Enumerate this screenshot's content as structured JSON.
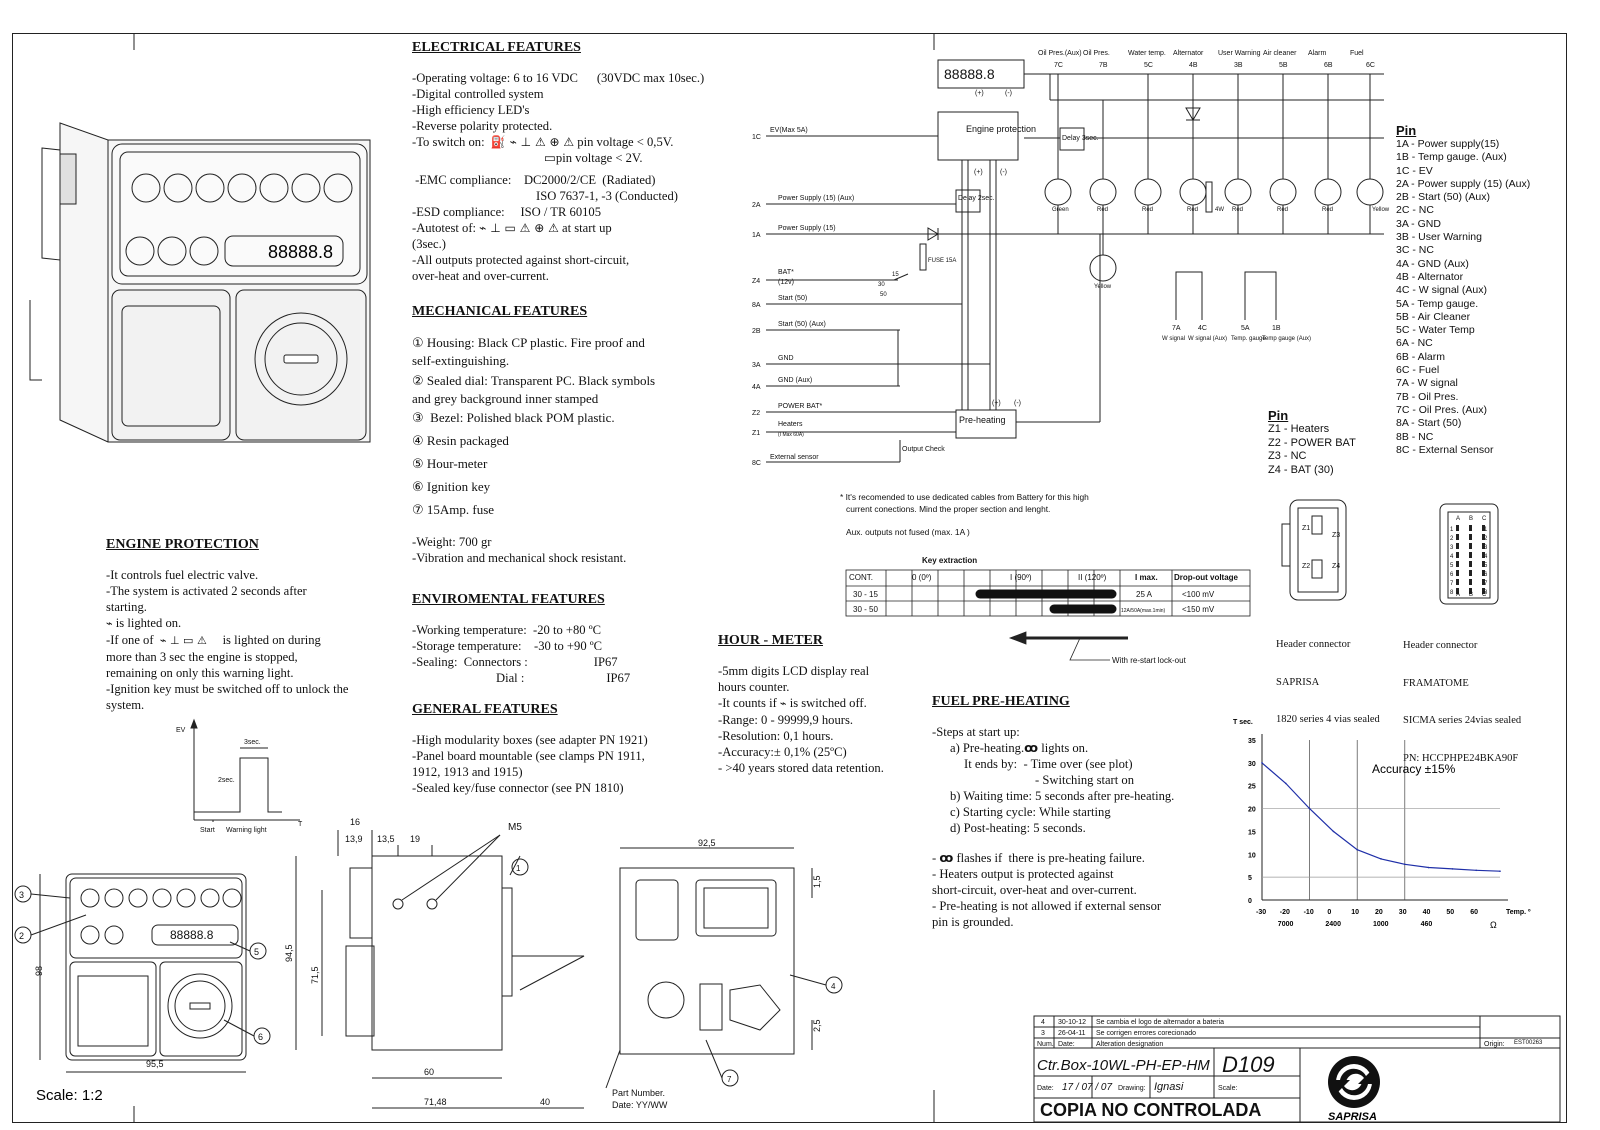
{
  "electrical": {
    "title": "ELECTRICAL FEATURES",
    "l1": "-Operating voltage: 6 to 16 VDC",
    "l1b": "(30VDC max 10sec.)",
    "l2": "-Digital controlled system",
    "l3": "-High efficiency LED's",
    "l4": "-Reverse polarity protected.",
    "l5": "-To switch on:",
    "l5b": "pin voltage < 0,5V.",
    "l6": "pin voltage < 2V.",
    "l7": "-EMC compliance:",
    "l7b": "DC2000/2/CE  (Radiated)",
    "l8": "ISO 7637-1, -3 (Conducted)",
    "l9": "-ESD compliance:",
    "l9b": "ISO / TR 60105",
    "l10": "-Autotest of:",
    "l10b": "at start up",
    "l11": "(3sec.)",
    "l12": "-All outputs protected against short-circuit,",
    "l13": "over-heat and over-current."
  },
  "mechanical": {
    "title": "MECHANICAL FEATURES",
    "n1": "①",
    "i1a": "Housing: Black CP plastic. Fire proof and",
    "i1b": "self-extinguishing.",
    "n2": "②",
    "i2a": "Sealed dial: Transparent PC. Black symbols",
    "i2b": "and grey background inner stamped",
    "n3": "③",
    "i3": "Bezel: Polished black POM plastic.",
    "n4": "④",
    "i4": "Resin packaged",
    "n5": "⑤",
    "i5": "Hour-meter",
    "n6": "⑥",
    "i6": "Ignition key",
    "n7": "⑦",
    "i7": "15Amp. fuse",
    "w1": "-Weight: 700 gr",
    "w2": "-Vibration and mechanical shock resistant."
  },
  "enviromental": {
    "title": "ENVIROMENTAL FEATURES",
    "l1": "-Working temperature:  -20 to +80 ºC",
    "l2": "-Storage temperature:    -30 to +90 ºC",
    "l3": "-Sealing:  Connectors :",
    "l3b": "IP67",
    "l4": "Dial :",
    "l4b": "IP67"
  },
  "general": {
    "title": "GENERAL FEATURES",
    "l1": "-High modularity boxes (see adapter PN 1921)",
    "l2": "-Panel board mountable (see clamps PN 1911,",
    "l3": "1912, 1913 and 1915)",
    "l4": "-Sealed key/fuse connector (see PN 1810)"
  },
  "engine_protection": {
    "title": "ENGINE PROTECTION",
    "l1": "-It controls fuel electric valve.",
    "l2": "-The system is activated 2 seconds after",
    "l3": "starting.",
    "l4": "is lighted on.",
    "l5": "-If one of",
    "l5b": "is lighted on during",
    "l6": "more than 3 sec the engine is stopped,",
    "l7": "remaining on only this warning light.",
    "l8": "-Ignition key must be switched off to unlock the",
    "l9": "system."
  },
  "hour_meter": {
    "title": "HOUR - METER",
    "l1": "-5mm digits LCD display real",
    "l2": "hours counter.",
    "l3": "-It counts if",
    "l3b": "is switched off.",
    "l4": "-Range: 0 - 99999,9 hours.",
    "l5": "-Resolution: 0,1 hours.",
    "l6": "-Accuracy:± 0,1% (25ºC)",
    "l7": "- >40 years stored data retention."
  },
  "fuel_preheating": {
    "title": "FUEL PRE-HEATING",
    "l1": "-Steps at start up:",
    "l2": "a) Pre-heating.",
    "l2b": "lights on.",
    "l3": "It ends by:  - Time over (see plot)",
    "l4": "- Switching start on",
    "l5": "b) Waiting time: 5 seconds after pre-heating.",
    "l6": "c) Starting cycle: While starting",
    "l7": "d) Post-heating: 5 seconds.",
    "l8": "flashes if  there is pre-heating failure.",
    "l9": "- Heaters output is protected against",
    "l10": "short-circuit, over-heat and over-current.",
    "l11": "- Pre-heating is not allowed if external sensor",
    "l12": "pin is grounded."
  },
  "pins_connector": {
    "title": "Pin",
    "items": [
      "1A - Power supply(15)",
      "1B - Temp gauge. (Aux)",
      "1C - EV",
      "2A - Power supply (15) (Aux)",
      "2B - Start (50) (Aux)",
      "2C - NC",
      "3A - GND",
      "3B - User Warning",
      "3C - NC",
      "4A - GND (Aux)",
      "4B - Alternator",
      "4C - W signal (Aux)",
      "5A - Temp gauge.",
      "5B - Air Cleaner",
      "5C - Water Temp",
      "6A - NC",
      "6B - Alarm",
      "6C - Fuel",
      "7A - W signal",
      "7B - Oil Pres.",
      "7C - Oil Pres. (Aux)",
      "8A - Start (50)",
      "8B - NC",
      "8C - External Sensor"
    ]
  },
  "pins_power": {
    "title": "Pin",
    "items": [
      "Z1 - Heaters",
      "Z2 - POWER BAT",
      "Z3 - NC",
      "Z4 - BAT (30)"
    ]
  },
  "connectors": {
    "saprisa": [
      "Header connector",
      "SAPRISA",
      "1820 series 4 vias sealed"
    ],
    "framatome": [
      "Header connector",
      "FRAMATOME",
      "SICMA series 24vias sealed",
      "PN: HCCPHPE24BKA90F"
    ]
  },
  "schematic": {
    "display": "88888.8",
    "top_labels": [
      "Oil Pres.(Aux)",
      "Oil Pres.",
      "Water temp.",
      "Alternator",
      "User Warning",
      "Air cleaner",
      "Alarm",
      "Fuel"
    ],
    "top_pins": [
      "7C",
      "7B",
      "5C",
      "4B",
      "3B",
      "5B",
      "6B",
      "6C"
    ],
    "engine_protection": "Engine protection",
    "pre_heating": "Pre-heating",
    "delay3": "Delay 3sec.",
    "delay2": "Delay 2sec.",
    "fuse": "FUSE 15A",
    "output_check": "Output Check",
    "lamp_colors": [
      "Green",
      "Red",
      "Red",
      "Red",
      "Red",
      "Red",
      "Red",
      "Yellow"
    ],
    "yellow": "Yellow",
    "res": "4W",
    "plus": "(+)",
    "minus": "(-)",
    "left_pins": [
      "1C",
      "2A",
      "1A",
      "Z4",
      "8A",
      "2B",
      "3A",
      "4A",
      "Z2",
      "Z1",
      "8C"
    ],
    "left_labels": [
      "EV(Max 5A)",
      "Power Supply (15) (Aux)",
      "Power Supply (15)",
      "BAT*",
      "(12v)",
      "Start (50)",
      "Start (50) (Aux)",
      "GND",
      "GND (Aux)",
      "POWER BAT*",
      "Heaters",
      "(I Max 60A)",
      "External sensor"
    ],
    "key_pos": [
      "30",
      "15",
      "50"
    ],
    "out_pins": [
      "7A",
      "4C",
      "5A",
      "1B"
    ],
    "out_labels": [
      "W signal",
      "W signal (Aux)",
      "Temp. gauge",
      "Temp gauge (Aux)"
    ],
    "note1": "* It's recomended to use dedicated cables from Battery for this high",
    "note2": "current conections. Mind the proper section and lenght.",
    "note3": "Aux. outputs not fused (max. 1A )"
  },
  "key_table": {
    "title": "Key extraction",
    "headers": [
      "CONT.",
      "0 (0º)",
      "I (90º)",
      "II (120º)",
      "I max.",
      "Drop-out voltage"
    ],
    "rows": [
      [
        "30 - 15",
        "25 A",
        "<100 mV"
      ],
      [
        "30 - 50",
        "12A/50A(max.1min)",
        "<150 mV"
      ]
    ],
    "arrow_note": "With re-start lock-out"
  },
  "timing": {
    "ev": "EV",
    "t3": "3sec.",
    "t2": "2sec.",
    "start": "Start",
    "warn": "Warning light",
    "t": "T"
  },
  "chart_data": {
    "type": "line",
    "title": "",
    "ylabel": "T sec.",
    "xlabel": "Temp. º",
    "x": [
      -30,
      -20,
      -10,
      0,
      10,
      20,
      30,
      40,
      50,
      60,
      70
    ],
    "values": [
      30,
      25.5,
      20,
      15,
      11,
      9,
      7.8,
      7.1,
      6.8,
      6.5,
      6.3
    ],
    "xlim": [
      -30,
      70
    ],
    "ylim": [
      0,
      35
    ],
    "x_ticks": [
      "-30",
      "-20",
      "-10",
      "0",
      "10",
      "20",
      "30",
      "40",
      "50",
      "60",
      "Temp. º"
    ],
    "y_ticks": [
      "0",
      "5",
      "10",
      "15",
      "20",
      "25",
      "30",
      "35"
    ],
    "ohm_ticks": [
      "7000",
      "2400",
      "1000",
      "460",
      "Ω"
    ],
    "annotation": "Accuracy ±15%",
    "grid": true
  },
  "dims": {
    "d16": "16",
    "d139": "13,9",
    "d135": "13,5",
    "d19": "19",
    "m5": "M5",
    "d925": "92,5",
    "d15": "1,5",
    "d25": "2,5",
    "d98": "98",
    "d945": "94,5",
    "d715": "71,5",
    "d955": "95,5",
    "d60": "60",
    "d7148": "71,48",
    "d40": "40",
    "part": "Part Number.",
    "date": "Date: YY/WW"
  },
  "scale": "Scale: 1:2",
  "titleblock": {
    "rev": [
      [
        "4",
        "30-10-12",
        "Se cambia el logo de alternador a bateria"
      ],
      [
        "3",
        "26-04-11",
        "Se corrigen errores corecionado"
      ]
    ],
    "h_num": "Num.",
    "h_date": "Date:",
    "h_alt": "Alteration designation",
    "h_origin": "Origin:",
    "origin": "EST00263",
    "name": "Ctr.Box-10WL-PH-EP-HM",
    "code": "D109",
    "date_l": "Date:",
    "date_v": "17 / 07 / 07",
    "draw_l": "Drawing:",
    "draw_v": "Ignasi",
    "scale_l": "Scale:",
    "stamp": "COPIA NO CONTROLADA",
    "brand": "SAPRISA"
  }
}
